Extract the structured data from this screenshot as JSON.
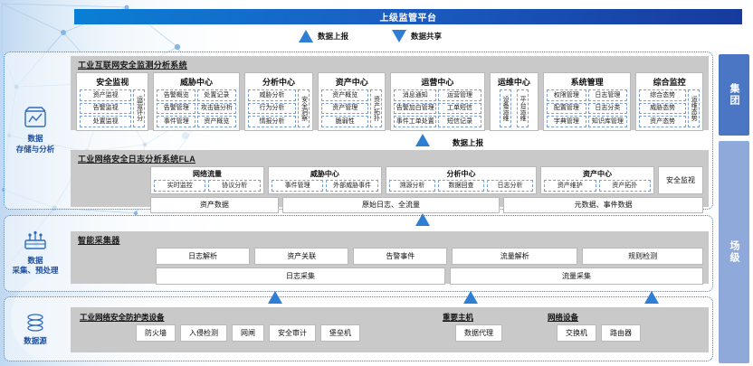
{
  "banner": {
    "title": "上级监管平台"
  },
  "flows": [
    {
      "icon": "arrow-up-icon",
      "label": "数据上报"
    },
    {
      "icon": "arrow-down-icon",
      "label": "数据共享"
    }
  ],
  "mid_flow": {
    "label": "数据上报"
  },
  "left_rail": [
    {
      "icon": "data-storage-icon",
      "label": "数据\n存储与分析"
    },
    {
      "icon": "data-collect-icon",
      "label": "数据\n采集、预处理"
    },
    {
      "icon": "data-source-icon",
      "label": "数据源"
    }
  ],
  "right_tabs": [
    {
      "label": "集团",
      "color": "#4a76c4"
    },
    {
      "label": "场级",
      "color": "#8fa9da"
    }
  ],
  "iisms": {
    "title": "工业互联网安全监测分析系统",
    "modules": [
      {
        "name": "安全监视",
        "left": [
          "资产监视",
          "告警监视",
          "处置监视"
        ],
        "vertical": "运营评分"
      },
      {
        "name": "威胁中心",
        "left": [
          "告警概览",
          "告警管理",
          "事件管理"
        ],
        "right": [
          "处置记录",
          "攻击链分析",
          "资产概览"
        ]
      },
      {
        "name": "分析中心",
        "left": [
          "威胁分析",
          "行为分析",
          "情报分析"
        ],
        "vertical": "安全洞察"
      },
      {
        "name": "资产中心",
        "left": [
          "资产概览",
          "资产管理",
          "脆弱性"
        ],
        "vertical": "资产拓扑"
      },
      {
        "name": "运营中心",
        "left": [
          "消息通知",
          "告警加白管理",
          "事件工单处置"
        ],
        "right": [
          "运营管理",
          "工单短信",
          "短信记录"
        ]
      },
      {
        "name": "运维中心",
        "verticals": [
          "设备运维",
          "平台运维"
        ]
      },
      {
        "name": "系统管理",
        "left": [
          "权限管理",
          "配置管理",
          "字典管理"
        ],
        "right": [
          "日志管理",
          "日志分类",
          "知识库管理"
        ]
      },
      {
        "name": "综合监控",
        "left": [
          "综合态势",
          "威胁态势",
          "资产态势"
        ],
        "vertical": "运维态势"
      }
    ]
  },
  "fla": {
    "title": "工业网络安全日志分析系统FLA",
    "groups": [
      {
        "name": "网络流量",
        "cells": [
          "实时监控",
          "协议分析"
        ]
      },
      {
        "name": "威胁中心",
        "cells": [
          "事件管理",
          "外部威胁事件"
        ]
      },
      {
        "name": "分析中心",
        "cells": [
          "溯源分析",
          "数据回查",
          "日志分析"
        ]
      },
      {
        "name": "资产中心",
        "cells": [
          "资产维护",
          "资产拓扑"
        ]
      }
    ],
    "standalone": "安全监视",
    "bars": [
      "资产数据",
      "原始日志、全流量",
      "元数据、事件数据"
    ]
  },
  "agent": {
    "title": "智能采集器",
    "top": [
      "日志解析",
      "资产关联",
      "告警事件",
      "流量解析",
      "规则检测"
    ],
    "bottom": [
      "日志采集",
      "流量采集"
    ]
  },
  "source": {
    "title": "",
    "groups": [
      {
        "name": "工业网络安全防护类设备",
        "cells": [
          "防火墙",
          "入侵检测",
          "网闸",
          "安全审计",
          "堡垒机"
        ]
      },
      {
        "name": "重要主机",
        "cells": [
          "数据代理"
        ]
      },
      {
        "name": "网络设备",
        "cells": [
          "交换机",
          "路由器"
        ]
      }
    ]
  }
}
